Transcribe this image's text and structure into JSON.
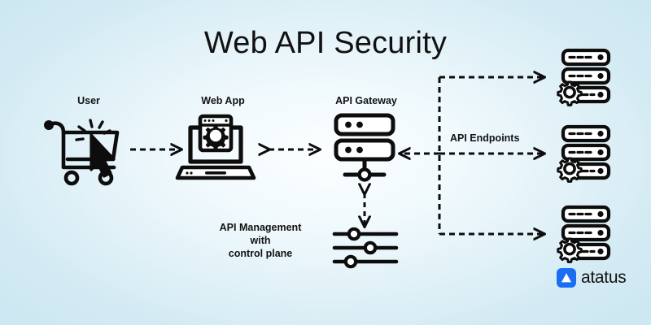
{
  "diagram": {
    "title": "Web API Security",
    "background_color_center": "#fbfeff",
    "background_color_edge": "#cbe7f1",
    "stroke_color": "#0d0d0d"
  },
  "nodes": [
    {
      "id": "user",
      "label": "User",
      "icon": "shopping-cart-cursor-icon"
    },
    {
      "id": "webapp",
      "label": "Web App",
      "icon": "laptop-browser-gear-icon"
    },
    {
      "id": "gateway",
      "label": "API Gateway",
      "icon": "server-stack-node-icon"
    },
    {
      "id": "controls",
      "label": "API Management\nwith\ncontrol plane",
      "icon": "slider-controls-icon"
    }
  ],
  "labels": {
    "user": "User",
    "webapp": "Web App",
    "gateway": "API Gateway",
    "endpoints": "API Endpoints",
    "management_line1": "API Management",
    "management_line2": "with",
    "management_line3": "control plane"
  },
  "endpoints": [
    {
      "id": "endpoint-1",
      "icon": "server-gear-icon"
    },
    {
      "id": "endpoint-2",
      "icon": "server-gear-icon"
    },
    {
      "id": "endpoint-3",
      "icon": "server-gear-icon"
    }
  ],
  "connectors": [
    {
      "id": "user-to-webapp",
      "style": "dashed",
      "direction": "right"
    },
    {
      "id": "webapp-to-gateway",
      "style": "dashed",
      "direction": "both"
    },
    {
      "id": "gateway-to-endpoints",
      "style": "dashed",
      "direction": "left"
    },
    {
      "id": "gateway-to-controls",
      "style": "dashed",
      "direction": "both"
    },
    {
      "id": "endpoints-branch-top",
      "style": "dashed",
      "direction": "right"
    },
    {
      "id": "endpoints-branch-middle",
      "style": "dashed",
      "direction": "right"
    },
    {
      "id": "endpoints-branch-bottom",
      "style": "dashed",
      "direction": "right"
    }
  ],
  "sliders": [
    {
      "id": "slider-1",
      "knob_position_pct": 32
    },
    {
      "id": "slider-2",
      "knob_position_pct": 58
    },
    {
      "id": "slider-3",
      "knob_position_pct": 26
    }
  ],
  "brand": {
    "name": "atatus",
    "mark_color": "#1b6ef3",
    "mark_glyph_color": "#ffffff"
  }
}
